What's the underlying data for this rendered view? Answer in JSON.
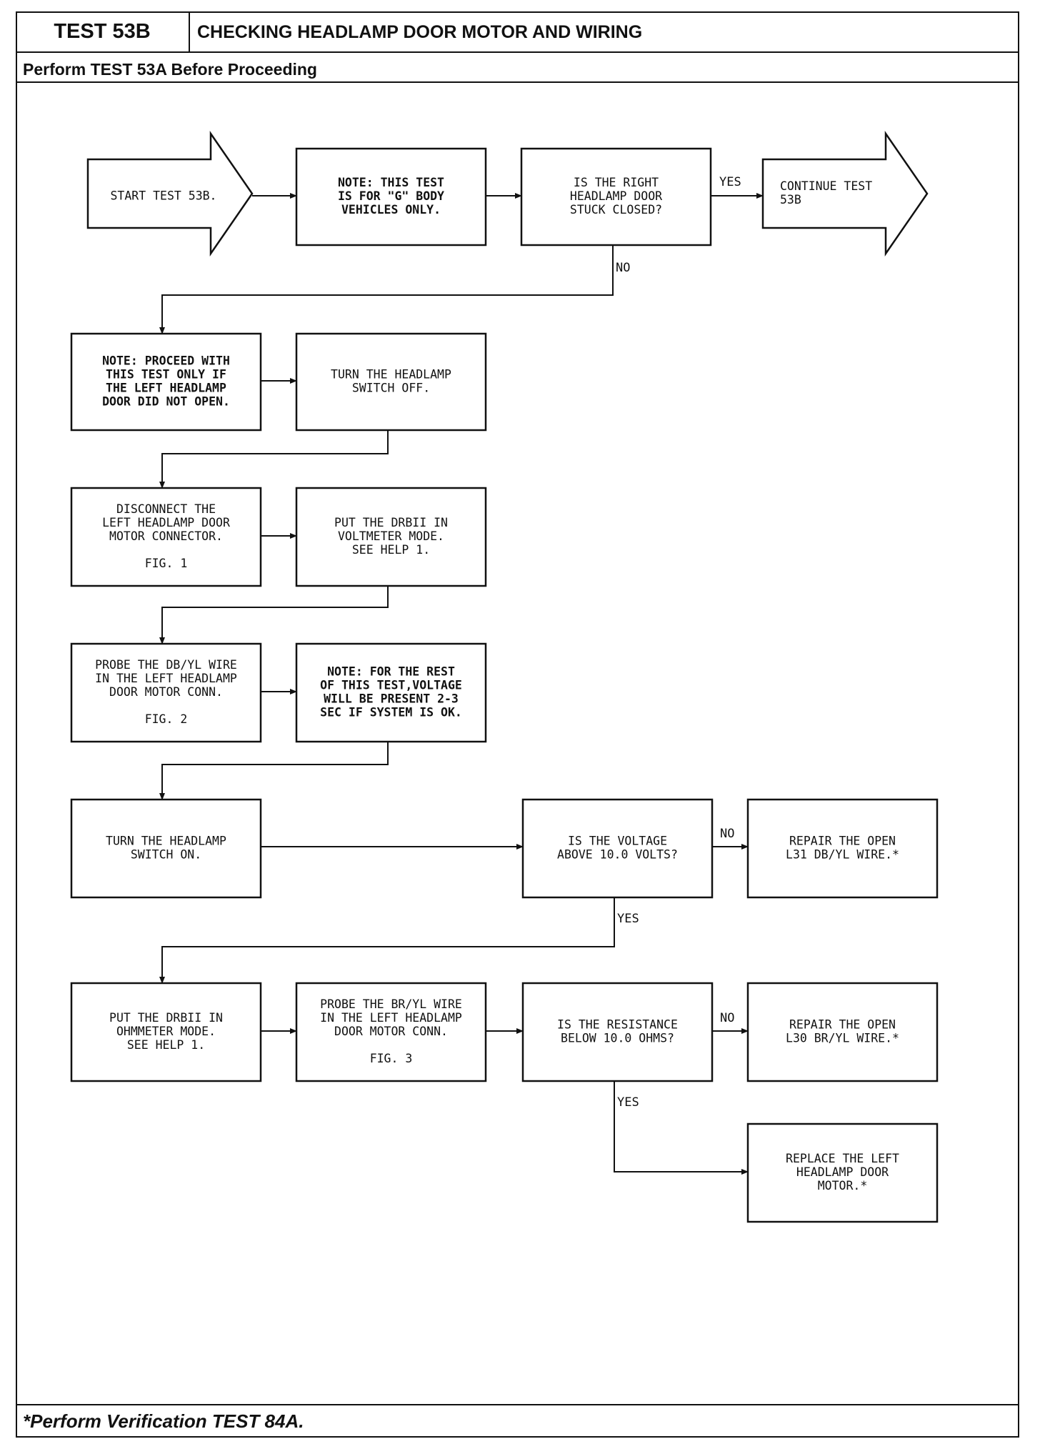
{
  "header": {
    "test_id": "TEST 53B",
    "title": "CHECKING HEADLAMP DOOR MOTOR AND WIRING",
    "prerequisite": "Perform TEST 53A Before Proceeding"
  },
  "footer": {
    "note": "*Perform Verification TEST 84A."
  },
  "flowchart": {
    "nodes": [
      {
        "id": "start",
        "shape": "arrow",
        "lines": [
          "START TEST 53B."
        ]
      },
      {
        "id": "note_g_body",
        "shape": "box",
        "bold": true,
        "lines": [
          "NOTE:  THIS TEST",
          "IS FOR \"G\" BODY",
          "VEHICLES ONLY."
        ]
      },
      {
        "id": "q_right_door",
        "shape": "box",
        "lines": [
          "IS THE RIGHT",
          "HEADLAMP DOOR",
          "STUCK CLOSED?"
        ]
      },
      {
        "id": "continue_53b",
        "shape": "arrow",
        "lines": [
          "CONTINUE TEST",
          "53B"
        ]
      },
      {
        "id": "note_left_door",
        "shape": "box",
        "bold": true,
        "lines": [
          "NOTE:  PROCEED WITH",
          "THIS TEST ONLY IF",
          "THE LEFT HEADLAMP",
          "DOOR DID NOT OPEN."
        ]
      },
      {
        "id": "switch_off",
        "shape": "box",
        "lines": [
          "TURN THE HEADLAMP",
          "SWITCH OFF."
        ]
      },
      {
        "id": "disconnect",
        "shape": "box",
        "lines": [
          "DISCONNECT THE",
          "LEFT HEADLAMP DOOR",
          "MOTOR CONNECTOR.",
          "",
          "FIG. 1"
        ]
      },
      {
        "id": "voltmeter",
        "shape": "box",
        "lines": [
          "PUT THE DRBII IN",
          "VOLTMETER MODE.",
          "SEE HELP 1."
        ]
      },
      {
        "id": "probe_db_yl",
        "shape": "box",
        "lines": [
          "PROBE THE DB/YL WIRE",
          "IN THE LEFT HEADLAMP",
          "DOOR MOTOR CONN.",
          "",
          "FIG. 2"
        ]
      },
      {
        "id": "note_voltage",
        "shape": "box",
        "bold": true,
        "lines": [
          "NOTE:  FOR THE REST",
          "OF THIS TEST,VOLTAGE",
          "WILL BE PRESENT 2-3",
          "SEC IF SYSTEM IS OK."
        ]
      },
      {
        "id": "switch_on",
        "shape": "box",
        "lines": [
          "TURN THE HEADLAMP",
          "SWITCH ON."
        ]
      },
      {
        "id": "q_voltage",
        "shape": "box",
        "lines": [
          "IS THE VOLTAGE",
          "ABOVE 10.0 VOLTS?"
        ]
      },
      {
        "id": "repair_l31",
        "shape": "box",
        "lines": [
          "REPAIR THE OPEN",
          "L31 DB/YL WIRE.*"
        ]
      },
      {
        "id": "ohmmeter",
        "shape": "box",
        "lines": [
          "PUT THE DRBII IN",
          "OHMMETER MODE.",
          "SEE HELP 1."
        ]
      },
      {
        "id": "probe_br_yl",
        "shape": "box",
        "lines": [
          "PROBE THE BR/YL WIRE",
          "IN THE LEFT HEADLAMP",
          "DOOR MOTOR CONN.",
          "",
          "FIG. 3"
        ]
      },
      {
        "id": "q_resistance",
        "shape": "box",
        "lines": [
          "IS THE RESISTANCE",
          "BELOW 10.0 OHMS?"
        ]
      },
      {
        "id": "repair_l30",
        "shape": "box",
        "lines": [
          "REPAIR THE OPEN",
          "L30 BR/YL WIRE.*"
        ]
      },
      {
        "id": "replace_motor",
        "shape": "box",
        "lines": [
          "REPLACE THE LEFT",
          "HEADLAMP DOOR",
          "MOTOR.*"
        ]
      }
    ],
    "edges": [
      {
        "from": "start",
        "to": "note_g_body",
        "label": ""
      },
      {
        "from": "note_g_body",
        "to": "q_right_door",
        "label": ""
      },
      {
        "from": "q_right_door",
        "to": "continue_53b",
        "label": "YES"
      },
      {
        "from": "q_right_door",
        "to": "note_left_door",
        "label": "NO"
      },
      {
        "from": "note_left_door",
        "to": "switch_off",
        "label": ""
      },
      {
        "from": "switch_off",
        "to": "disconnect",
        "label": ""
      },
      {
        "from": "disconnect",
        "to": "voltmeter",
        "label": ""
      },
      {
        "from": "voltmeter",
        "to": "probe_db_yl",
        "label": ""
      },
      {
        "from": "probe_db_yl",
        "to": "note_voltage",
        "label": ""
      },
      {
        "from": "note_voltage",
        "to": "switch_on",
        "label": ""
      },
      {
        "from": "switch_on",
        "to": "q_voltage",
        "label": ""
      },
      {
        "from": "q_voltage",
        "to": "repair_l31",
        "label": "NO"
      },
      {
        "from": "q_voltage",
        "to": "ohmmeter",
        "label": "YES"
      },
      {
        "from": "ohmmeter",
        "to": "probe_br_yl",
        "label": ""
      },
      {
        "from": "probe_br_yl",
        "to": "q_resistance",
        "label": ""
      },
      {
        "from": "q_resistance",
        "to": "repair_l30",
        "label": "NO"
      },
      {
        "from": "q_resistance",
        "to": "replace_motor",
        "label": "YES"
      }
    ]
  }
}
